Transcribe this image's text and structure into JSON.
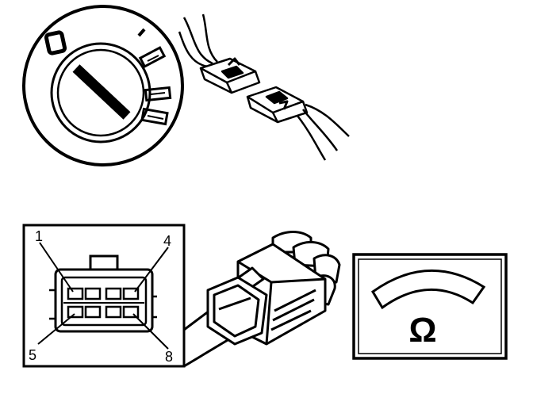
{
  "connector_pins": {
    "pin_1": "1",
    "pin_4": "4",
    "pin_5": "5",
    "pin_8": "8"
  },
  "meter": {
    "unit_symbol": "Ω"
  },
  "icons": {
    "ignition_switch": "ignition-switch-off-icon",
    "connector_unplug": "connector-disconnect-icon",
    "connector_face": "connector-face-view-icon",
    "connector_body": "connector-body-icon",
    "ohmmeter": "ohmmeter-icon"
  },
  "colors": {
    "ink": "#000000",
    "paper": "#ffffff"
  }
}
